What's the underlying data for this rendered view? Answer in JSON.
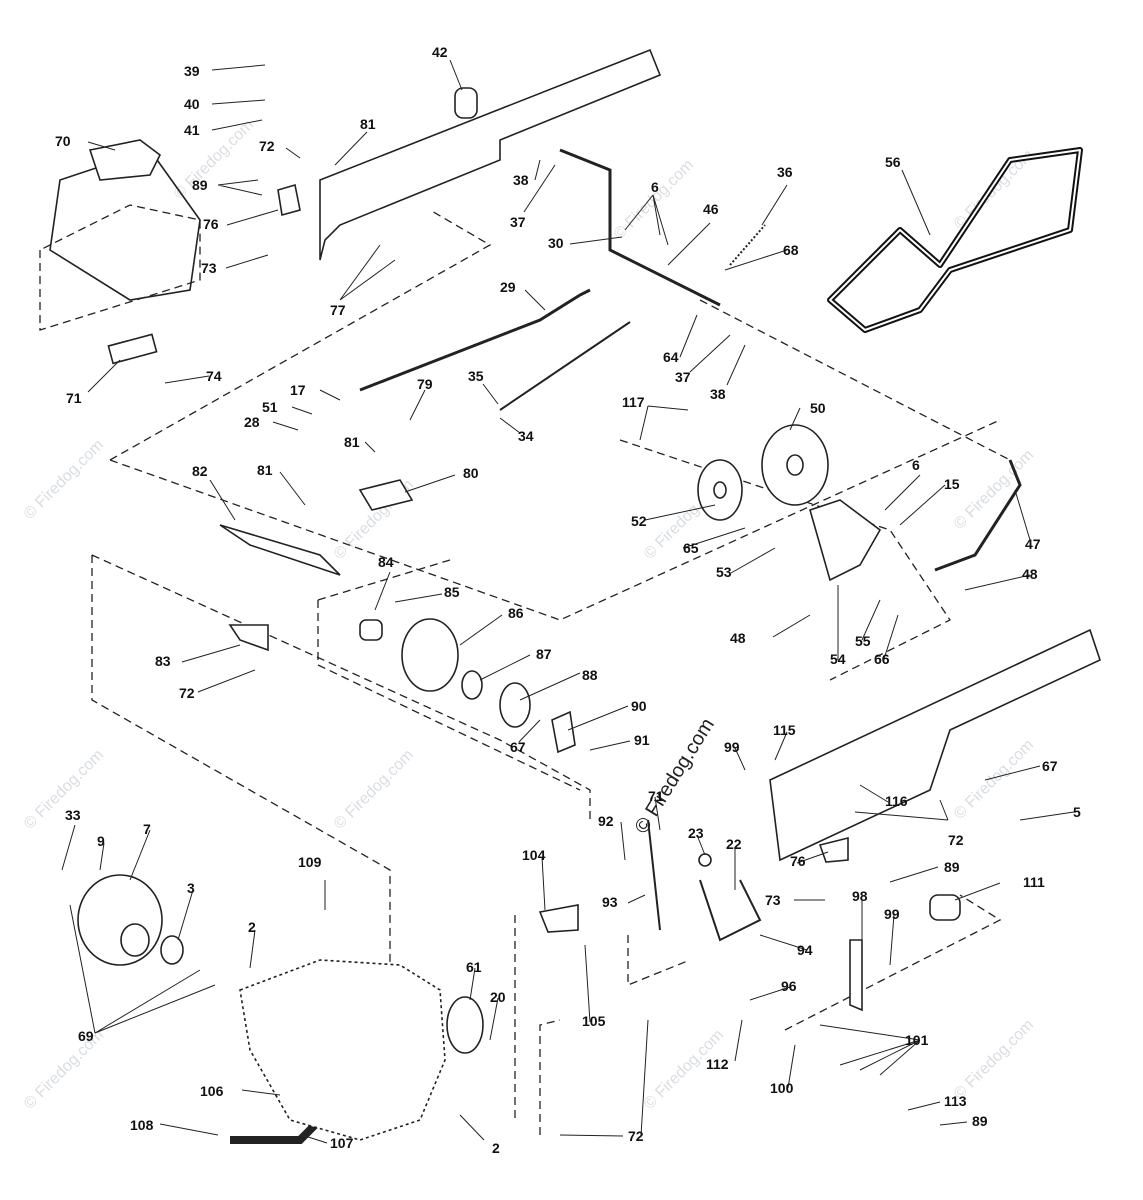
{
  "watermark": {
    "text": "© Firedog.com",
    "featured_text": "© Firedog.com"
  },
  "callouts": [
    {
      "id": "c39",
      "label": "39"
    },
    {
      "id": "c40",
      "label": "40"
    },
    {
      "id": "c41",
      "label": "41"
    },
    {
      "id": "c42",
      "label": "42"
    },
    {
      "id": "c70",
      "label": "70"
    },
    {
      "id": "c72a",
      "label": "72"
    },
    {
      "id": "c81a",
      "label": "81"
    },
    {
      "id": "c89a",
      "label": "89"
    },
    {
      "id": "c76a",
      "label": "76"
    },
    {
      "id": "c73a",
      "label": "73"
    },
    {
      "id": "c77",
      "label": "77"
    },
    {
      "id": "c38a",
      "label": "38"
    },
    {
      "id": "c37a",
      "label": "37"
    },
    {
      "id": "c30",
      "label": "30"
    },
    {
      "id": "c6a",
      "label": "6"
    },
    {
      "id": "c46",
      "label": "46"
    },
    {
      "id": "c36",
      "label": "36"
    },
    {
      "id": "c68",
      "label": "68"
    },
    {
      "id": "c56",
      "label": "56"
    },
    {
      "id": "c29",
      "label": "29"
    },
    {
      "id": "c64",
      "label": "64"
    },
    {
      "id": "c37b",
      "label": "37"
    },
    {
      "id": "c38b",
      "label": "38"
    },
    {
      "id": "c35",
      "label": "35"
    },
    {
      "id": "c34",
      "label": "34"
    },
    {
      "id": "c71",
      "label": "71"
    },
    {
      "id": "c74",
      "label": "74"
    },
    {
      "id": "c17",
      "label": "17"
    },
    {
      "id": "c51",
      "label": "51"
    },
    {
      "id": "c28",
      "label": "28"
    },
    {
      "id": "c79",
      "label": "79"
    },
    {
      "id": "c81b",
      "label": "81"
    },
    {
      "id": "c80",
      "label": "80"
    },
    {
      "id": "c117",
      "label": "117"
    },
    {
      "id": "c50",
      "label": "50"
    },
    {
      "id": "c6b",
      "label": "6"
    },
    {
      "id": "c15",
      "label": "15"
    },
    {
      "id": "c47",
      "label": "47"
    },
    {
      "id": "c82",
      "label": "82"
    },
    {
      "id": "c81c",
      "label": "81"
    },
    {
      "id": "c52",
      "label": "52"
    },
    {
      "id": "c65",
      "label": "65"
    },
    {
      "id": "c53",
      "label": "53"
    },
    {
      "id": "c48a",
      "label": "48"
    },
    {
      "id": "c48b",
      "label": "48"
    },
    {
      "id": "c55",
      "label": "55"
    },
    {
      "id": "c54",
      "label": "54"
    },
    {
      "id": "c66",
      "label": "66"
    },
    {
      "id": "c84",
      "label": "84"
    },
    {
      "id": "c85",
      "label": "85"
    },
    {
      "id": "c86",
      "label": "86"
    },
    {
      "id": "c87",
      "label": "87"
    },
    {
      "id": "c88",
      "label": "88"
    },
    {
      "id": "c90",
      "label": "90"
    },
    {
      "id": "c91",
      "label": "91"
    },
    {
      "id": "c67a",
      "label": "67"
    },
    {
      "id": "c83",
      "label": "83"
    },
    {
      "id": "c72b",
      "label": "72"
    },
    {
      "id": "c115",
      "label": "115"
    },
    {
      "id": "c99a",
      "label": "99"
    },
    {
      "id": "c116",
      "label": "116"
    },
    {
      "id": "c67b",
      "label": "67"
    },
    {
      "id": "c5",
      "label": "5"
    },
    {
      "id": "c72c",
      "label": "72"
    },
    {
      "id": "c33",
      "label": "33"
    },
    {
      "id": "c9",
      "label": "9"
    },
    {
      "id": "c7",
      "label": "7"
    },
    {
      "id": "c3",
      "label": "3"
    },
    {
      "id": "c109",
      "label": "109"
    },
    {
      "id": "c2a",
      "label": "2"
    },
    {
      "id": "c69",
      "label": "69"
    },
    {
      "id": "c92",
      "label": "92"
    },
    {
      "id": "c71b",
      "label": "71"
    },
    {
      "id": "c23",
      "label": "23"
    },
    {
      "id": "c22",
      "label": "22"
    },
    {
      "id": "c104",
      "label": "104"
    },
    {
      "id": "c93",
      "label": "93"
    },
    {
      "id": "c76b",
      "label": "76"
    },
    {
      "id": "c89b",
      "label": "89"
    },
    {
      "id": "c73b",
      "label": "73"
    },
    {
      "id": "c111",
      "label": "111"
    },
    {
      "id": "c98",
      "label": "98"
    },
    {
      "id": "c99b",
      "label": "99"
    },
    {
      "id": "c94",
      "label": "94"
    },
    {
      "id": "c96",
      "label": "96"
    },
    {
      "id": "c105",
      "label": "105"
    },
    {
      "id": "c61",
      "label": "61"
    },
    {
      "id": "c20",
      "label": "20"
    },
    {
      "id": "c112",
      "label": "112"
    },
    {
      "id": "c101",
      "label": "101"
    },
    {
      "id": "c100",
      "label": "100"
    },
    {
      "id": "c106",
      "label": "106"
    },
    {
      "id": "c108",
      "label": "108"
    },
    {
      "id": "c107",
      "label": "107"
    },
    {
      "id": "c2b",
      "label": "2"
    },
    {
      "id": "c72d",
      "label": "72"
    },
    {
      "id": "c113",
      "label": "113"
    },
    {
      "id": "c89c",
      "label": "89"
    }
  ]
}
